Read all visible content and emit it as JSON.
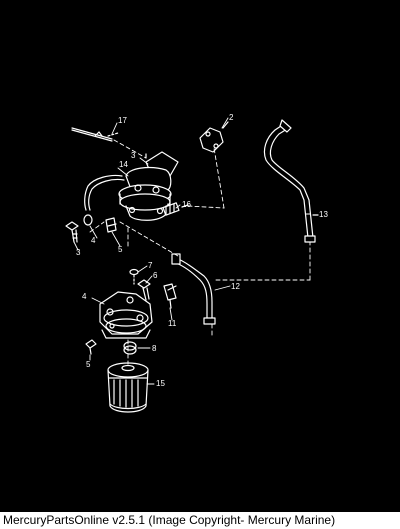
{
  "callouts": {
    "c2": "2",
    "c3a": "3",
    "c3b": "3",
    "c4a": "4",
    "c4b": "4",
    "c5a": "5",
    "c5b": "5",
    "c6": "6",
    "c7": "7",
    "c8": "8",
    "c11": "11",
    "c12": "12",
    "c13": "13",
    "c14": "14",
    "c15": "15",
    "c16": "16",
    "c17": "17"
  },
  "caption": "MercuryPartsOnline v2.5.1 (Image Copyright- Mercury Marine)",
  "colors": {
    "background": "#000000",
    "lineart": "#ffffff",
    "caption_bar": "#ffffff"
  }
}
